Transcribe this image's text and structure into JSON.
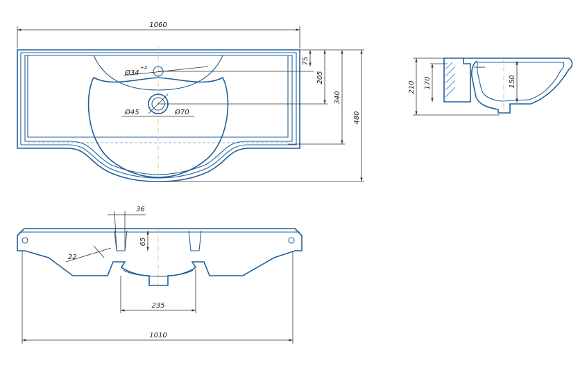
{
  "top_view": {
    "width_total": "1060",
    "depth_total": "480",
    "depth_to_bowl_center": "340",
    "depth_to_tap_hole": "205",
    "rim_offset": "75",
    "tap_hole_diameter": "Ø34",
    "tap_hole_tolerance": "+2",
    "drain_inner_diameter": "Ø45",
    "drain_outer_diameter": "Ø70"
  },
  "side_view": {
    "height_total": "210",
    "height_body": "170",
    "bowl_depth": "150"
  },
  "front_view": {
    "slot_width": "36",
    "slot_height": "65",
    "slot_offset": "22",
    "drain_spacing": "235",
    "width_bottom": "1010"
  },
  "colors": {
    "outline": "#1f5f9a",
    "dimension": "#333333",
    "centerline": "#c9b070"
  }
}
